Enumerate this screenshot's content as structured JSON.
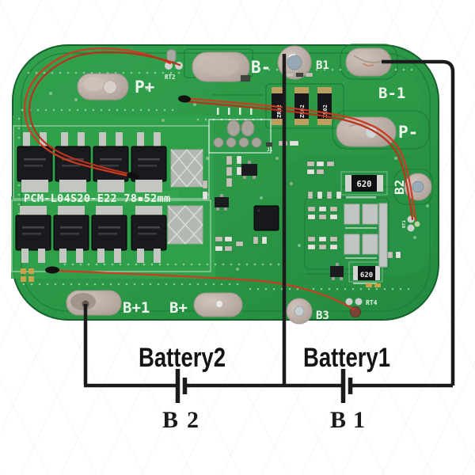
{
  "wiring_diagram": {
    "battery2": {
      "label": "Battery2",
      "terminal_label": "B2"
    },
    "battery1": {
      "label": "Battery1",
      "terminal_label": "B1"
    }
  },
  "board": {
    "model_text": "PCM-L04S20-E22 78▪52mm",
    "silkscreen": {
      "p_plus": "P+",
      "b_minus": "B-",
      "b1": "B1",
      "b_minus_1": "B-1",
      "p_minus": "P-",
      "b2": "B2",
      "b3": "B3",
      "b_plus_1": "B+1",
      "b_plus": "B+",
      "rt1": "RT1",
      "rt2": "RT2",
      "rt4": "RT4",
      "j1": "J1"
    },
    "component_markings": {
      "resistor_620": "620",
      "resistor_zr": "ZR02"
    }
  },
  "colors": {
    "background": "#ffffff",
    "board_green": "#2b9746",
    "board_green_light": "#31a14c",
    "board_green_dark": "#1d7c38",
    "pad_metal": "#b9aca4",
    "silkscreen_white": "#edf5ed",
    "wire_red": "#cd3b23",
    "annotation_black": "#1b1b1b"
  }
}
